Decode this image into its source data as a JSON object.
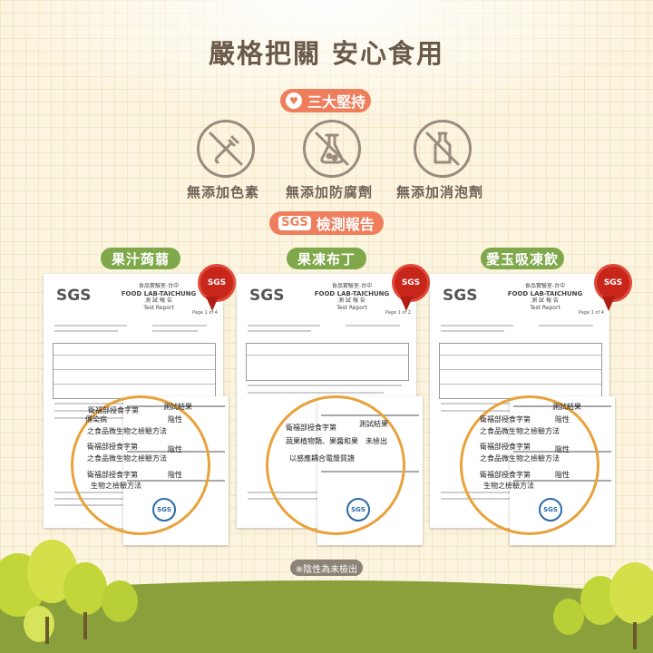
{
  "title": "嚴格把關 安心食用",
  "commitment": {
    "icon": "hand-heart-icon",
    "label": "三大堅持"
  },
  "features": [
    {
      "label": "無添加色素",
      "icon": "no-dropper-icon"
    },
    {
      "label": "無添加防腐劑",
      "icon": "no-flask-icon"
    },
    {
      "label": "無添加消泡劑",
      "icon": "no-bottle-icon"
    }
  ],
  "report": {
    "brand": "SGS",
    "label": "檢測報告"
  },
  "products": [
    {
      "name": "果汁蒟蒻",
      "doc": {
        "logo": "SGS",
        "lab": "食品實驗室-台中",
        "lab_en": "FOOD LAB-TAICHUNG",
        "doc_title": "測 試 報 告",
        "doc_en": "Test Report",
        "page": "Page 1 of 4"
      },
      "seal": "SGS",
      "zoom": {
        "col_result": "測試結果",
        "rows": [
          {
            "text": "衛福部授食字第",
            "result": ""
          },
          {
            "text": "傳染病",
            "result": "陰性"
          },
          {
            "text": "之食品微生物之檢驗方法",
            "result": ""
          },
          {
            "text": "衛福部授食字第",
            "result": ""
          },
          {
            "text": "之食品微生物之檢驗方法",
            "result": "陰性"
          },
          {
            "text": "衛福部授食字第",
            "result": "陰性"
          },
          {
            "text": "生物之檢驗方法",
            "result": ""
          }
        ]
      },
      "stamp": "SGS"
    },
    {
      "name": "果凍布丁",
      "doc": {
        "logo": "SGS",
        "lab": "食品實驗室-台中",
        "lab_en": "FOOD LAB-TAICHUNG",
        "doc_title": "測 試 報 告",
        "doc_en": "Test Report",
        "page": "Page 1 of 2"
      },
      "seal": "SGS",
      "zoom": {
        "col_result": "測試結果",
        "rows": [
          {
            "text": "衛福部授食字第",
            "result": ""
          },
          {
            "text": "蔬果植物類、果醬和果",
            "result": "未檢出"
          },
          {
            "text": "以感應耦合電漿質譜",
            "result": ""
          }
        ]
      },
      "stamp": "SGS"
    },
    {
      "name": "愛玉吸凍飲",
      "doc": {
        "logo": "SGS",
        "lab": "食品實驗室-台中",
        "lab_en": "FOOD LAB-TAICHUNG",
        "doc_title": "測 試 報 告",
        "doc_en": "Test Report",
        "page": "Page 1 of 4"
      },
      "seal": "SGS",
      "zoom": {
        "col_result": "測試結果",
        "rows": [
          {
            "text": "衛福部授食字第",
            "result": "陰性"
          },
          {
            "text": "之食品微生物之檢驗方法",
            "result": ""
          },
          {
            "text": "衛福部授食字第",
            "result": "陰性"
          },
          {
            "text": "之食品微生物之檢驗方法",
            "result": ""
          },
          {
            "text": "衛福部授食字第",
            "result": "陰性"
          },
          {
            "text": "生物之檢驗方法",
            "result": ""
          }
        ]
      },
      "stamp": "SGS"
    }
  ],
  "footnote": "※陰性為未檢出",
  "colors": {
    "accent": "#ef7e5c",
    "product_green": "#7fa84a",
    "ring_orange": "#e9a23b",
    "seal_red": "#c8251b"
  }
}
